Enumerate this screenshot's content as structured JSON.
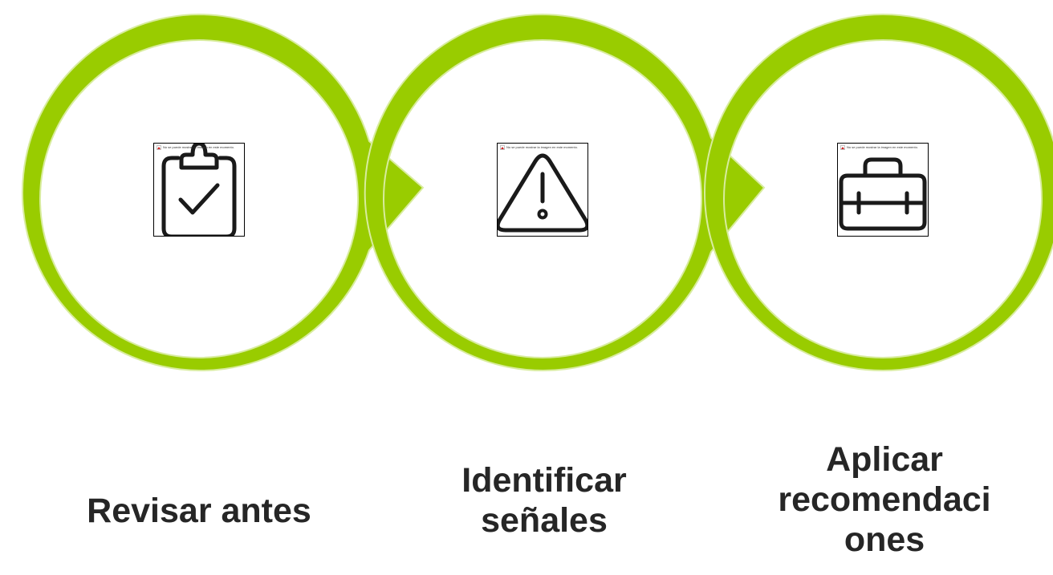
{
  "diagram": {
    "ring_color": "#99cc00",
    "ring_edge_color": "#d8ec9e",
    "icon_color": "#1a1a1a",
    "label_color": "#262626",
    "steps": [
      {
        "label": "Revisar antes",
        "icon": "clipboard-check-icon",
        "image_note": "No se puede mostrar la imagen en este momento."
      },
      {
        "label": "Identificar\nseñales",
        "icon": "warning-triangle-icon",
        "image_note": "No se puede mostrar la imagen en este momento."
      },
      {
        "label": "Aplicar\nrecomendaci\nones",
        "icon": "briefcase-icon",
        "image_note": "No se puede mostrar la imagen en este momento."
      }
    ]
  }
}
